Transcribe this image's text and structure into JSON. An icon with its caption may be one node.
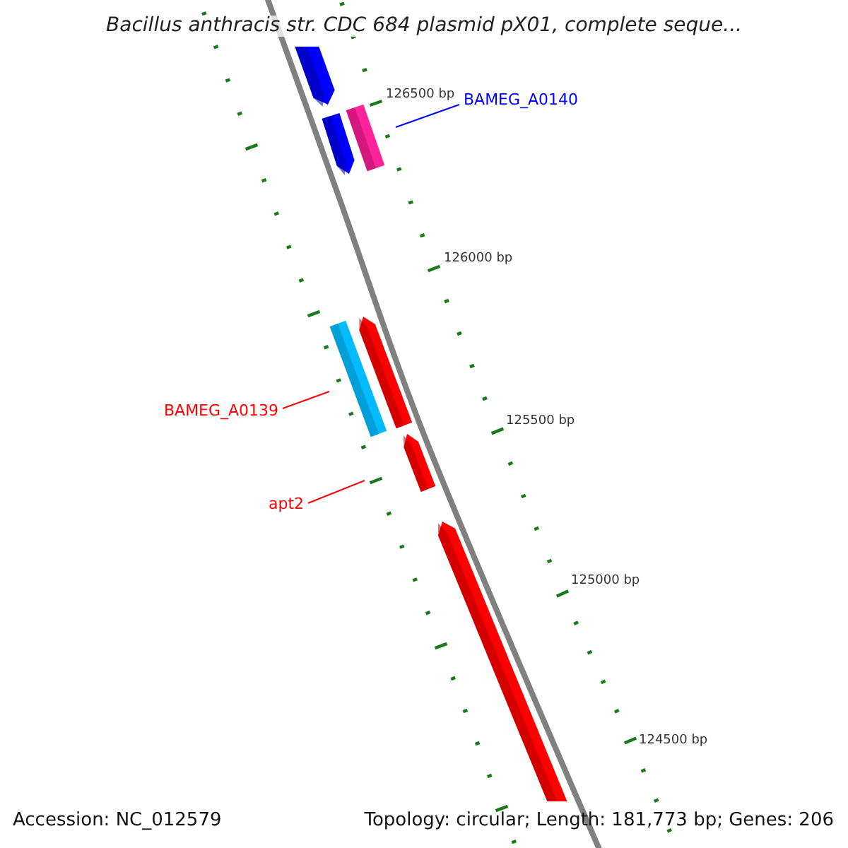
{
  "diagram": {
    "title": "Bacillus anthracis str. CDC 684 plasmid pX01, complete seque...",
    "nodes": [
      {
        "text": [],
        "shape": "bar"
      },
      {
        "text": [
          "BAMEG_A0140"
        ]
      },
      {
        "text": [],
        "shape": "bar"
      },
      {
        "text": [],
        "shape": "bar"
      },
      {
        "text": [],
        "shape": "bar"
      },
      {
        "text": [],
        "shape": "bar"
      },
      {
        "text": [
          "BAMEG_A0139"
        ]
      },
      {
        "text": [],
        "shape": "bar"
      },
      {
        "text": [
          "apt2"
        ]
      },
      {
        "text": [],
        "shape": "bar"
      }
    ],
    "edges": [
      {
        "from": 1,
        "to": null,
        "arrow": "none",
        "color": "#0000ff"
      },
      {
        "from": 6,
        "to": null,
        "arrow": "none"
      },
      {
        "from": 8,
        "to": null,
        "arrow": "none"
      }
    ],
    "labels": [
      "126500 bp",
      "126000 bp",
      "125500 bp",
      "125000 bp",
      "124500 bp",
      "Accession: NC_012579",
      "Topology: circular; Length: 181,773 bp; Genes: 206"
    ]
  }
}
